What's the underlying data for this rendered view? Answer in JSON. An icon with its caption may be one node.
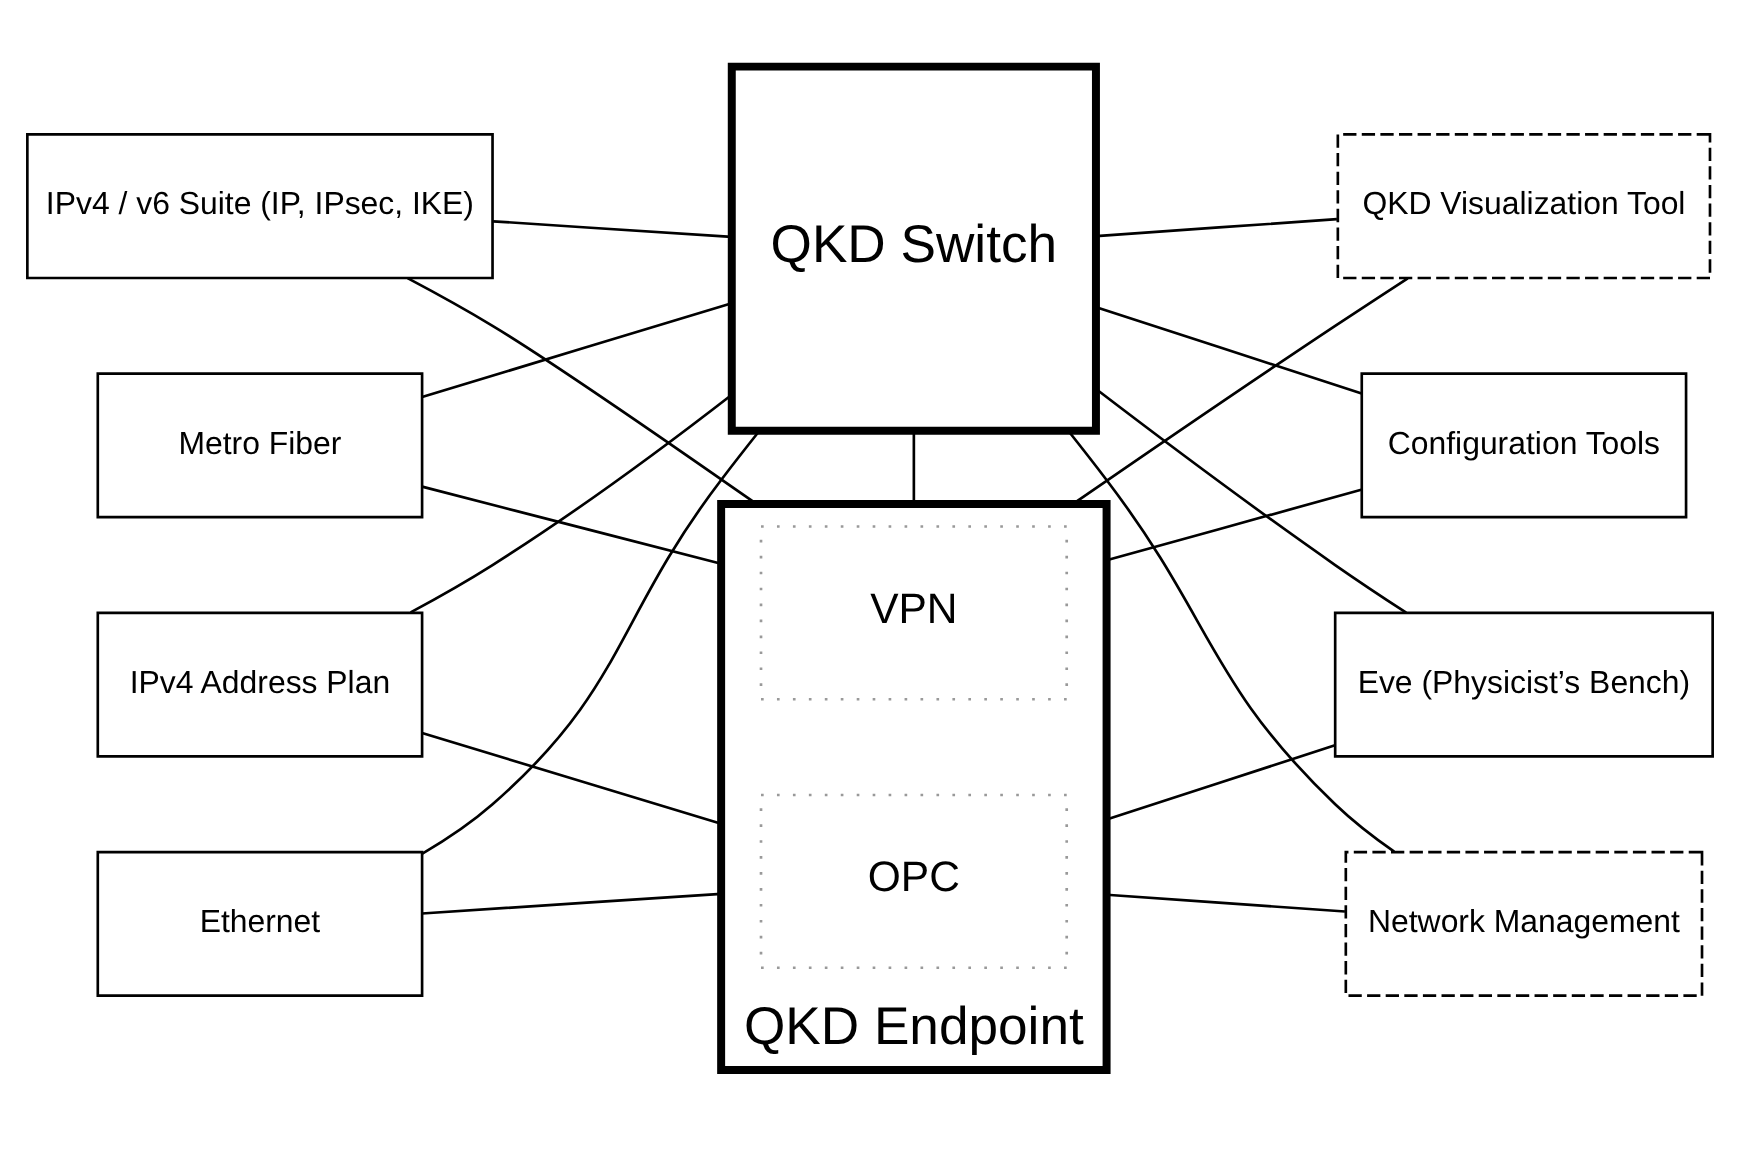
{
  "diagram": {
    "nodes": [
      {
        "text": [
          "Metro Fiber"
        ]
      },
      {
        "text": [
          "Ethernet"
        ]
      },
      {
        "text": [
          "IPv4 / v6 Suite (IP, IPsec, IKE)"
        ]
      },
      {
        "text": [
          "IPv4 Address Plan"
        ]
      },
      {
        "text": [
          "QKD Switch"
        ]
      },
      {
        "text": [
          "QKD Endpoint"
        ]
      },
      {
        "text": [
          "VPN"
        ],
        "in": 5
      },
      {
        "text": [
          "OPC"
        ],
        "in": 5
      },
      {
        "text": [
          "Eve (Physicist’s Bench)"
        ]
      },
      {
        "text": [
          "Configuration Tools"
        ]
      },
      {
        "text": [
          "Network Management"
        ]
      },
      {
        "text": [
          "QKD Visualization Tool"
        ]
      }
    ],
    "edges": [
      {
        "from": 0,
        "to": 4,
        "arrow": "none"
      },
      {
        "from": 0,
        "to": 5,
        "arrow": "none"
      },
      {
        "from": 1,
        "to": 4,
        "arrow": "none"
      },
      {
        "from": 1,
        "to": 5,
        "arrow": "none"
      },
      {
        "from": 2,
        "to": 4,
        "arrow": "none"
      },
      {
        "from": 2,
        "to": 5,
        "arrow": "none"
      },
      {
        "from": 3,
        "to": 4,
        "arrow": "none"
      },
      {
        "from": 3,
        "to": 5,
        "arrow": "none"
      },
      {
        "from": 4,
        "to": 5,
        "arrow": "none"
      },
      {
        "from": 4,
        "to": 8,
        "arrow": "none"
      },
      {
        "from": 5,
        "to": 8,
        "arrow": "none"
      },
      {
        "from": 4,
        "to": 9,
        "arrow": "none"
      },
      {
        "from": 5,
        "to": 9,
        "arrow": "none"
      },
      {
        "from": 4,
        "to": 10,
        "arrow": "none"
      },
      {
        "from": 5,
        "to": 10,
        "arrow": "none"
      },
      {
        "from": 4,
        "to": 11,
        "arrow": "none"
      },
      {
        "from": 5,
        "to": 11,
        "arrow": "none"
      }
    ]
  }
}
